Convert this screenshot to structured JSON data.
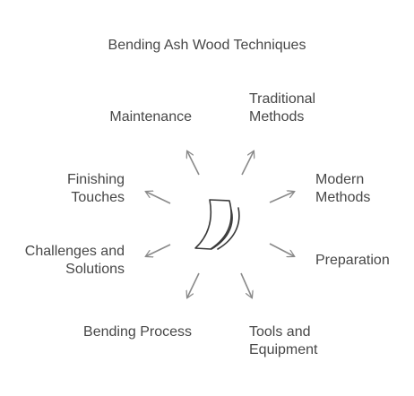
{
  "diagram": {
    "title": "Bending Ash Wood Techniques",
    "center_icon": "bent-wood-sheets-icon",
    "line_color": "#8a8a8a",
    "text_color": "#474747",
    "nodes": [
      {
        "id": "traditional",
        "lines": [
          "Traditional",
          "Methods"
        ]
      },
      {
        "id": "modern",
        "lines": [
          "Modern",
          "Methods"
        ]
      },
      {
        "id": "preparation",
        "lines": [
          "Preparation"
        ]
      },
      {
        "id": "tools",
        "lines": [
          "Tools and",
          "Equipment"
        ]
      },
      {
        "id": "bending-process",
        "lines": [
          "Bending Process"
        ]
      },
      {
        "id": "challenges",
        "lines": [
          "Challenges and",
          "Solutions"
        ]
      },
      {
        "id": "finishing",
        "lines": [
          "Finishing",
          "Touches"
        ]
      },
      {
        "id": "maintenance",
        "lines": [
          "Maintenance"
        ]
      }
    ]
  }
}
